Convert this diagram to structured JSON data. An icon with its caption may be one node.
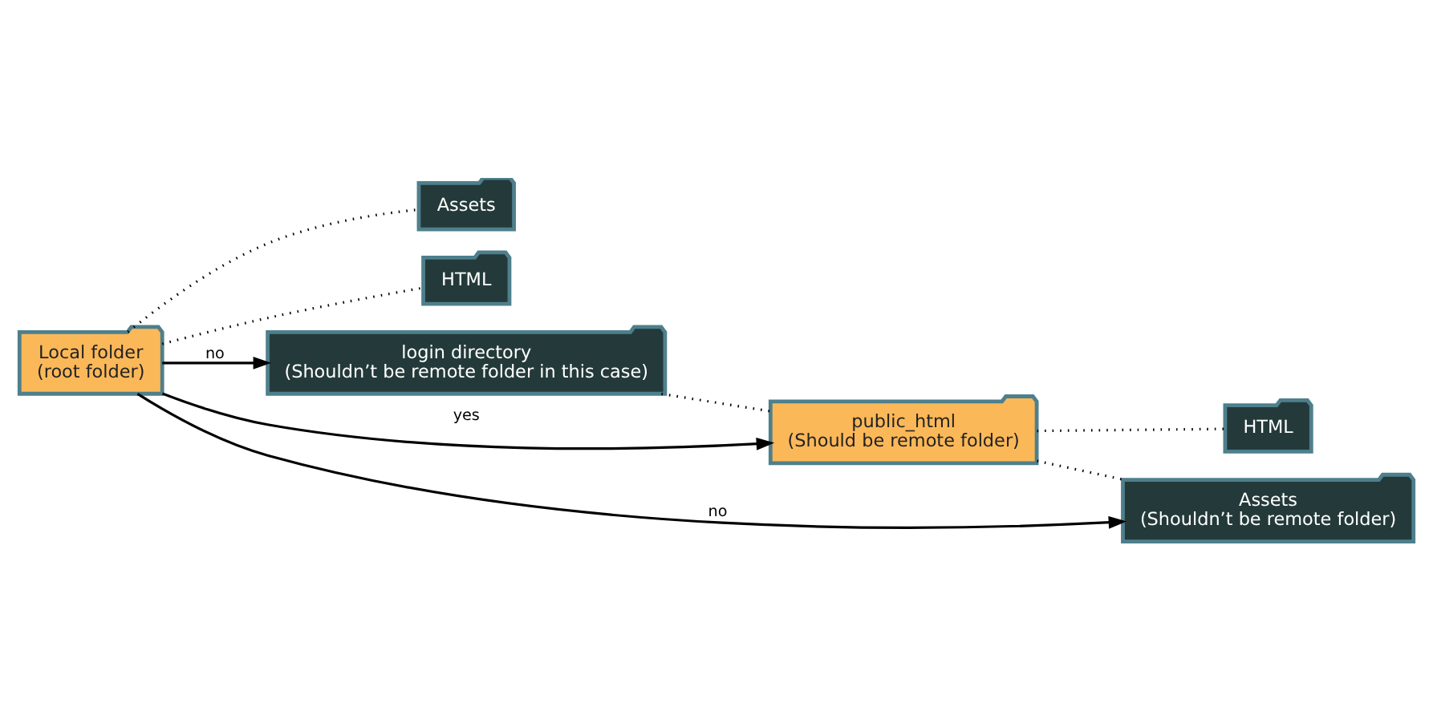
{
  "diagram": {
    "nodes": [
      {
        "text": [
          "Local folder",
          "(root folder)"
        ]
      },
      {
        "text": [
          "Assets"
        ]
      },
      {
        "text": [
          "HTML"
        ]
      },
      {
        "text": [
          "login directory",
          "(Shouldn’t be remote folder in this case)"
        ]
      },
      {
        "text": [
          "public_html",
          "(Should be remote folder)"
        ]
      },
      {
        "text": [
          "Assets",
          "(Shouldn’t be remote folder)"
        ]
      },
      {
        "text": [
          "HTML"
        ]
      }
    ],
    "edges": [
      {
        "from": 0,
        "to": 1,
        "arrow": "none",
        "style": "dashed"
      },
      {
        "from": 0,
        "to": 2,
        "arrow": "none",
        "style": "dashed"
      },
      {
        "from": 0,
        "to": 3,
        "arrow": "to",
        "label": "no"
      },
      {
        "from": 0,
        "to": 4,
        "arrow": "to",
        "label": "yes"
      },
      {
        "from": 0,
        "to": 5,
        "arrow": "to",
        "label": "no"
      },
      {
        "from": 3,
        "to": 4,
        "arrow": "none",
        "style": "dashed"
      },
      {
        "from": 4,
        "to": 5,
        "arrow": "none",
        "style": "dashed"
      },
      {
        "from": 4,
        "to": 6,
        "arrow": "none",
        "style": "dashed"
      }
    ]
  }
}
